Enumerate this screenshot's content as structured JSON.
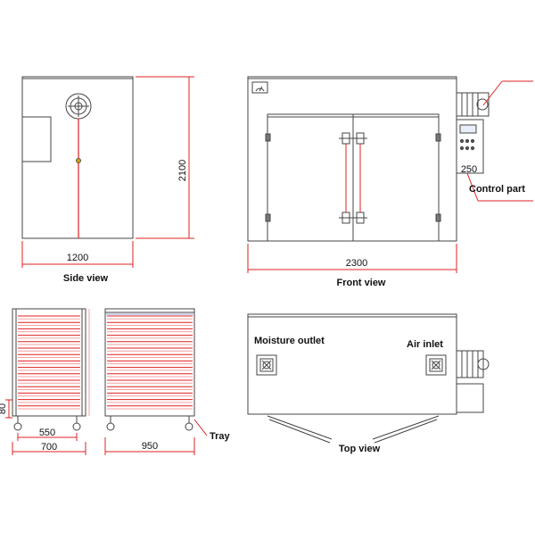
{
  "side_view": {
    "caption": "Side view",
    "width_dim": "1200",
    "height_dim": "2100"
  },
  "front_view": {
    "caption": "Front view",
    "width_dim": "2300",
    "control_label": "Control part",
    "panel_reading": "250"
  },
  "trolley_side": {
    "width_dim": "700",
    "inner_dim": "550",
    "height_dim": "80"
  },
  "trolley_front": {
    "width_dim": "950",
    "tray_label": "Tray"
  },
  "top_view": {
    "caption": "Top view",
    "moisture_label": "Moisture outlet",
    "air_label": "Air inlet"
  },
  "colors": {
    "line": "#444444",
    "dimension": "#e02020",
    "dim_light": "#f3a0a0"
  }
}
